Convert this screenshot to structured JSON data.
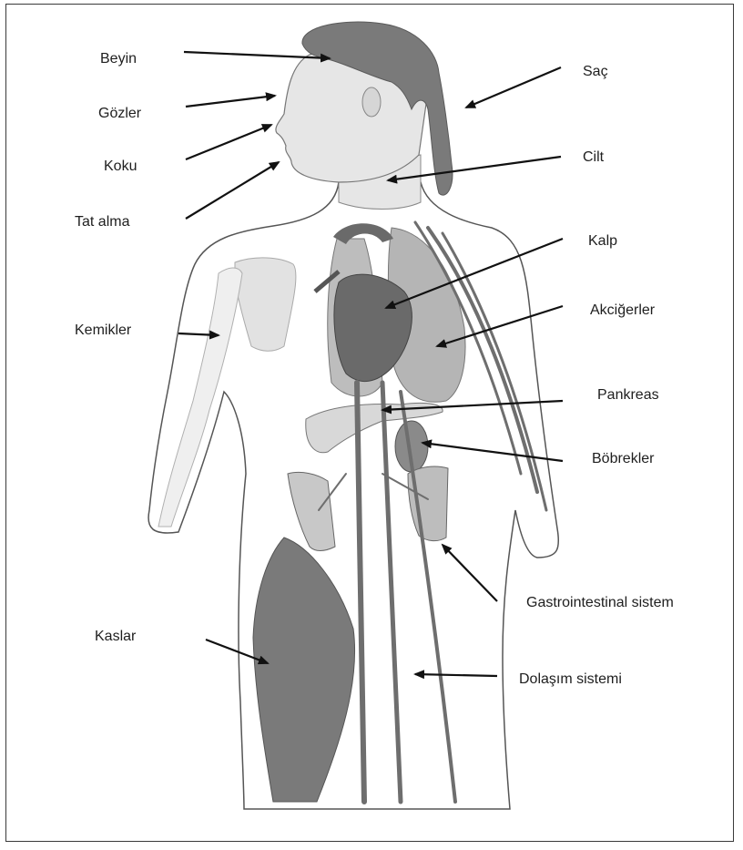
{
  "labels": {
    "beyin": "Beyin",
    "gozler": "Gözler",
    "koku": "Koku",
    "tat_alma": "Tat alma",
    "kemikler": "Kemikler",
    "kaslar": "Kaslar",
    "sac": "Saç",
    "cilt": "Cilt",
    "kalp": "Kalp",
    "akcigerler": "Akciğerler",
    "pankreas": "Pankreas",
    "bobrekler": "Böbrekler",
    "gastrointestinal": "Gastrointestinal sistem",
    "dolasim": "Dolaşım sistemi"
  },
  "colors": {
    "organ_dark": "#6e6e6e",
    "organ_mid": "#8e8e8e",
    "organ_light": "#c8c8c8",
    "skin": "#e6e6e6",
    "bone": "#ececec",
    "outline": "#444444",
    "arrow": "#111111"
  }
}
